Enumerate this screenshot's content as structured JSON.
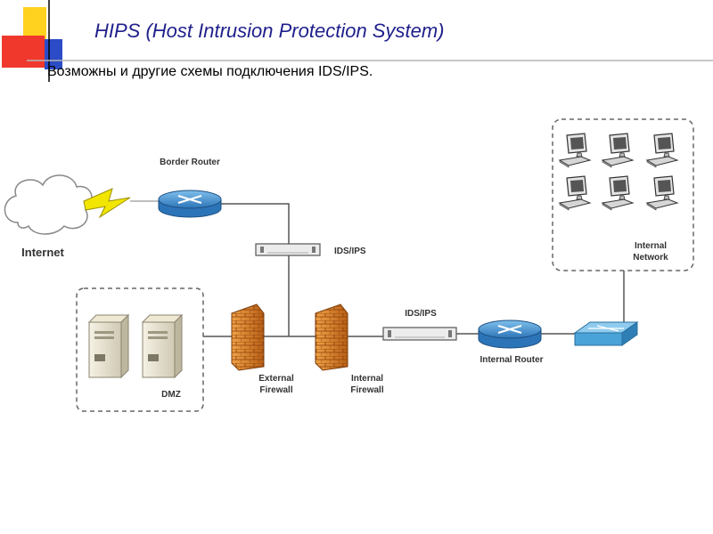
{
  "slide": {
    "title": "HIPS (Host Intrusion Protection System)",
    "subtitle": "Возможны и другие схемы подключения IDS/IPS."
  },
  "diagram": {
    "nodes": {
      "internet": {
        "label": "Internet",
        "icon": "cloud-icon"
      },
      "border_router": {
        "label": "Border Router",
        "icon": "router-icon"
      },
      "ids_top": {
        "label": "IDS/IPS",
        "icon": "ids-appliance-icon"
      },
      "external_firewall": {
        "label_line1": "External",
        "label_line2": "Firewall",
        "icon": "firewall-icon"
      },
      "internal_firewall": {
        "label_line1": "Internal",
        "label_line2": "Firewall",
        "icon": "firewall-icon"
      },
      "ids_mid": {
        "label": "IDS/IPS",
        "icon": "ids-appliance-icon"
      },
      "internal_router": {
        "label": "Internal Router",
        "icon": "router-icon"
      },
      "switch": {
        "icon": "switch-icon"
      },
      "dmz": {
        "label": "DMZ",
        "icon": "server-icon"
      },
      "internal_network": {
        "label_line1": "Internal",
        "label_line2": "Network",
        "icon": "workstation-icon"
      }
    },
    "colors": {
      "title": "#1f1f8c",
      "router": "#3d8fd1",
      "firewall": "#d9822b",
      "lightning": "#f2e600",
      "switch": "#4aa3d8"
    }
  }
}
